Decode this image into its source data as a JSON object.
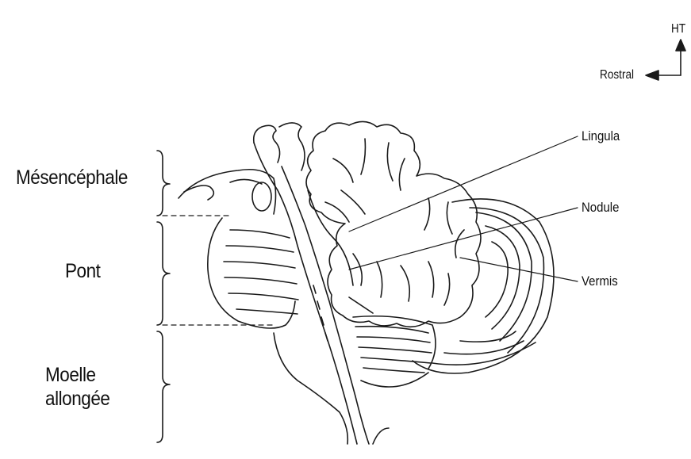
{
  "orientation": {
    "up_label": "HT",
    "left_label": "Rostral"
  },
  "regions": [
    {
      "key": "mesencephale",
      "label": "Mésencéphale"
    },
    {
      "key": "pont",
      "label": "Pont"
    },
    {
      "key": "moelle",
      "lines": [
        "Moelle",
        "allongée"
      ]
    }
  ],
  "parts": [
    {
      "key": "lingula",
      "label": "Lingula"
    },
    {
      "key": "nodule",
      "label": "Nodule"
    },
    {
      "key": "vermis",
      "label": "Vermis"
    }
  ],
  "colors": {
    "ink": "#1a1a1a",
    "background": "#ffffff"
  }
}
